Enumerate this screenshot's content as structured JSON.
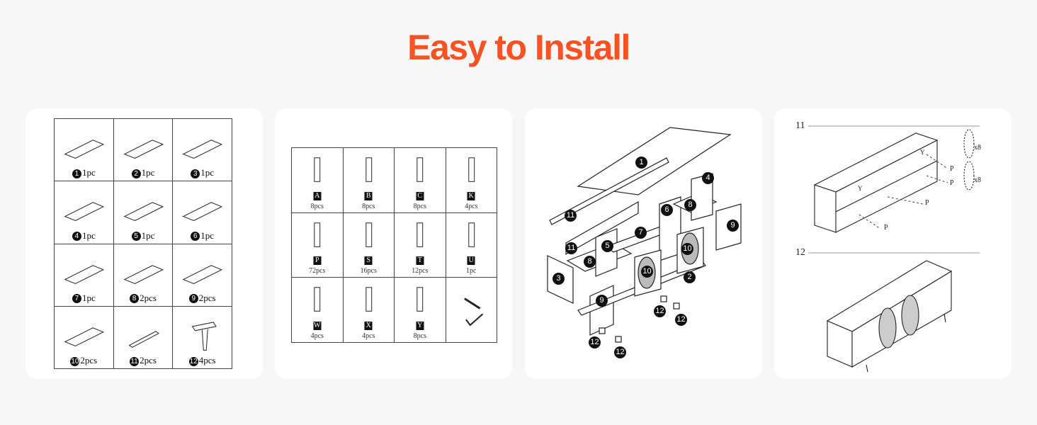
{
  "title": "Easy to Install",
  "colors": {
    "accent": "#fa5223",
    "background": "#f7f7f7",
    "card": "#ffffff"
  },
  "panels_list": [
    {
      "num": "1",
      "qty": "1pc"
    },
    {
      "num": "2",
      "qty": "1pc"
    },
    {
      "num": "3",
      "qty": "1pc"
    },
    {
      "num": "4",
      "qty": "1pc"
    },
    {
      "num": "5",
      "qty": "1pc"
    },
    {
      "num": "6",
      "qty": "1pc"
    },
    {
      "num": "7",
      "qty": "1pc"
    },
    {
      "num": "8",
      "qty": "2pcs"
    },
    {
      "num": "9",
      "qty": "2pcs"
    },
    {
      "num": "10",
      "qty": "2pcs"
    },
    {
      "num": "11",
      "qty": "2pcs"
    },
    {
      "num": "12",
      "qty": "4pcs"
    }
  ],
  "hardware": [
    {
      "letter": "A",
      "qty": "8pcs"
    },
    {
      "letter": "B",
      "qty": "8pcs"
    },
    {
      "letter": "C",
      "qty": "8pcs"
    },
    {
      "letter": "K",
      "qty": "4pcs"
    },
    {
      "letter": "P",
      "qty": "72pcs"
    },
    {
      "letter": "S",
      "qty": "16pcs"
    },
    {
      "letter": "T",
      "qty": "12pcs"
    },
    {
      "letter": "U",
      "qty": "1pc"
    },
    {
      "letter": "W",
      "qty": "4pcs"
    },
    {
      "letter": "X",
      "qty": "4pcs"
    },
    {
      "letter": "Y",
      "qty": "8pcs"
    },
    {
      "letter": "",
      "qty": ""
    }
  ],
  "exploded_labels": [
    "1",
    "2",
    "3",
    "4",
    "5",
    "6",
    "7",
    "8",
    "8",
    "9",
    "9",
    "10",
    "10",
    "11",
    "11",
    "12",
    "12",
    "12",
    "12"
  ],
  "step": {
    "step11": "11",
    "step12": "12",
    "y": "Y",
    "p": "P",
    "x8": "x8"
  }
}
